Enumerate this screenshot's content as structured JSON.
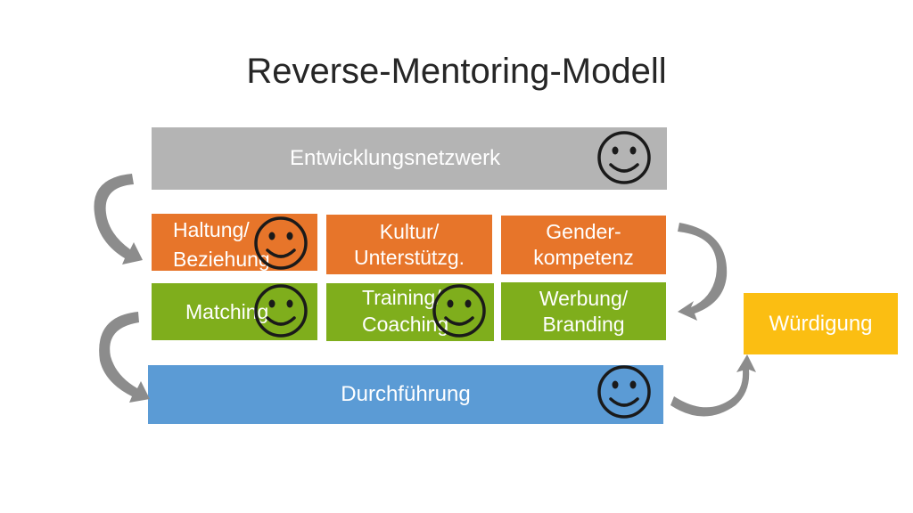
{
  "title": "Reverse-Mentoring-Modell",
  "boxes": {
    "entwicklungsnetzwerk": "Entwicklungsnetzwerk",
    "haltung": [
      "Haltung/",
      "Beziehung"
    ],
    "kultur": [
      "Kultur/",
      "Unterstützg."
    ],
    "gender": [
      "Gender-",
      "kompetenz"
    ],
    "matching": "Matching",
    "training": [
      "Training/",
      "Coaching"
    ],
    "werbung": [
      "Werbung/",
      "Branding"
    ],
    "durchfuehrung": "Durchführung",
    "wuerdigung": "Würdigung"
  },
  "colors": {
    "gray": "#b4b4b4",
    "orange": "#e7752a",
    "green": "#7fae1c",
    "blue": "#5b9bd5",
    "yellow": "#fbbe12",
    "arrow": "#8c8c8c"
  },
  "icons": {
    "smiley": "smiley-face-icon",
    "arrow": "curved-arrow-icon"
  }
}
